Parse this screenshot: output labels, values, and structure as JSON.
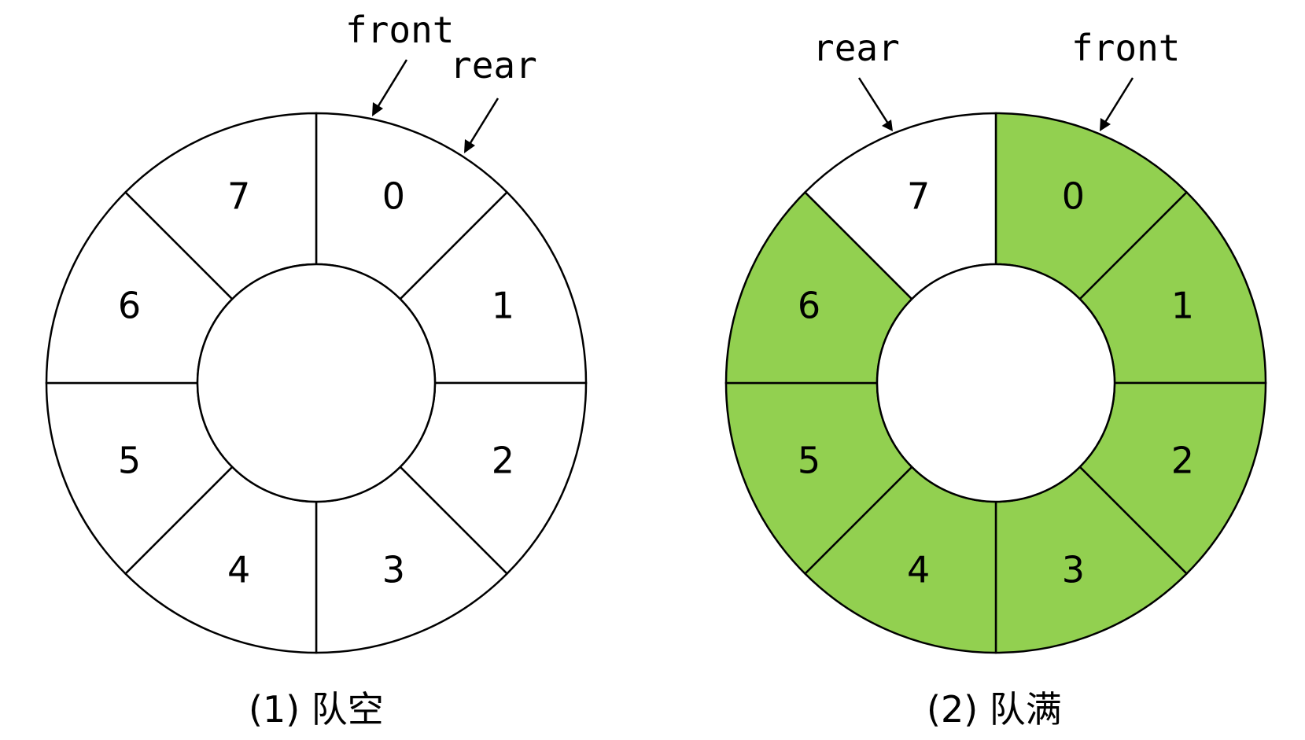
{
  "colors": {
    "filled": "#92d050",
    "empty": "#ffffff",
    "stroke": "#000000"
  },
  "diagrams": [
    {
      "caption": "(1) 队空",
      "slots": [
        {
          "label": "0",
          "state": "empty"
        },
        {
          "label": "1",
          "state": "empty"
        },
        {
          "label": "2",
          "state": "empty"
        },
        {
          "label": "3",
          "state": "empty"
        },
        {
          "label": "4",
          "state": "empty"
        },
        {
          "label": "5",
          "state": "empty"
        },
        {
          "label": "6",
          "state": "empty"
        },
        {
          "label": "7",
          "state": "empty"
        }
      ],
      "pointers": {
        "front": "front",
        "rear": "rear"
      }
    },
    {
      "caption": "(2) 队满",
      "slots": [
        {
          "label": "0",
          "state": "filled"
        },
        {
          "label": "1",
          "state": "filled"
        },
        {
          "label": "2",
          "state": "filled"
        },
        {
          "label": "3",
          "state": "filled"
        },
        {
          "label": "4",
          "state": "filled"
        },
        {
          "label": "5",
          "state": "filled"
        },
        {
          "label": "6",
          "state": "filled"
        },
        {
          "label": "7",
          "state": "empty"
        }
      ],
      "pointers": {
        "front": "front",
        "rear": "rear"
      }
    }
  ]
}
